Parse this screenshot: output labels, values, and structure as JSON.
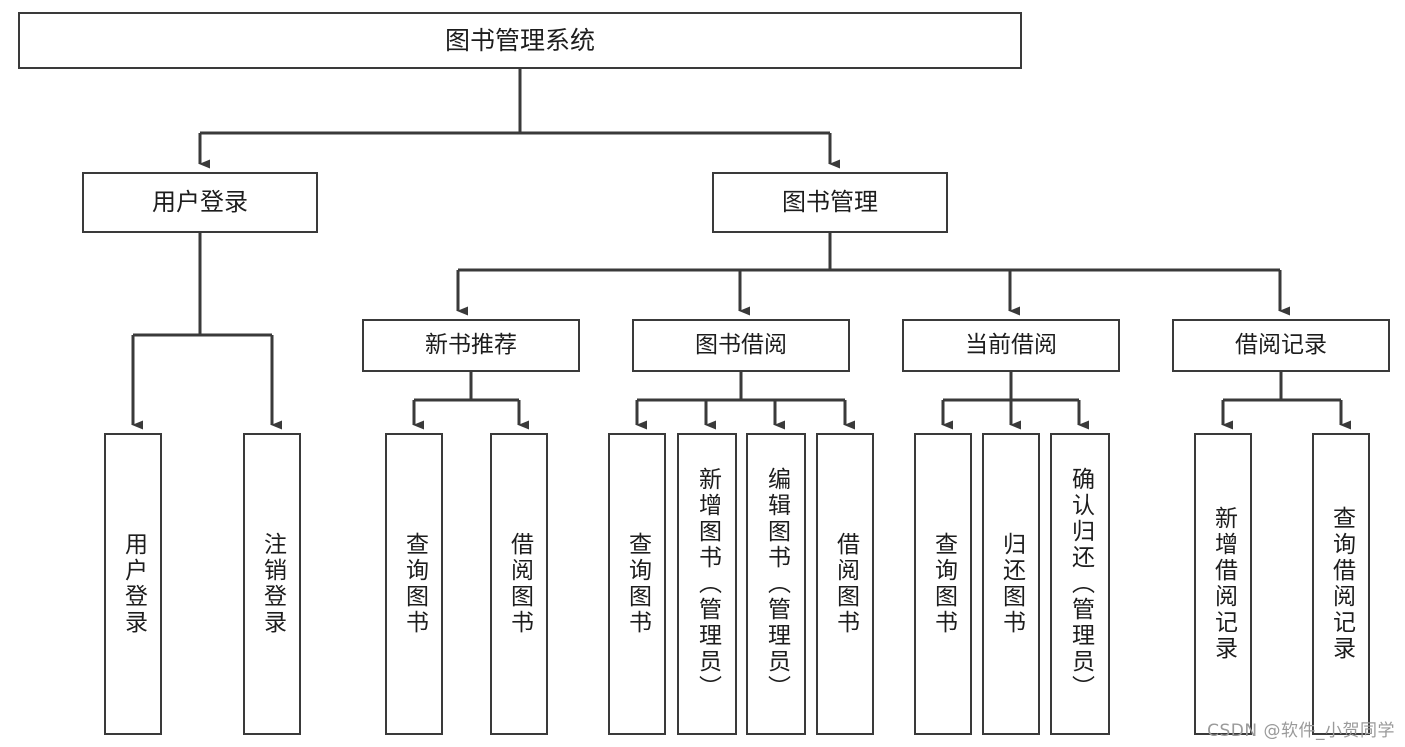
{
  "diagram": {
    "title": "图书管理系统",
    "type": "功能结构图",
    "colors": {
      "background": "#ffffff",
      "box_fill": "#ffffff",
      "box_stroke": "#3a3a3a",
      "connector": "#3a3a3a",
      "text": "#1d1d1d",
      "watermark": "#9a9a9a"
    },
    "root": {
      "label": "图书管理系统"
    },
    "level1": [
      {
        "id": "user-login",
        "label": "用户登录"
      },
      {
        "id": "book-manage",
        "label": "图书管理"
      }
    ],
    "level2": [
      {
        "id": "new-book-rec",
        "label": "新书推荐"
      },
      {
        "id": "book-borrow",
        "label": "图书借阅"
      },
      {
        "id": "current-borrow",
        "label": "当前借阅"
      },
      {
        "id": "borrow-record",
        "label": "借阅记录"
      }
    ],
    "leaves": [
      {
        "id": "leaf-user-login",
        "parent": "user-login",
        "label": "用户登录"
      },
      {
        "id": "leaf-user-logout",
        "parent": "user-login",
        "label": "注销登录"
      },
      {
        "id": "leaf-rec-query-book",
        "parent": "new-book-rec",
        "label": "查询图书"
      },
      {
        "id": "leaf-rec-borrow-book",
        "parent": "new-book-rec",
        "label": "借阅图书"
      },
      {
        "id": "leaf-bb-query-book",
        "parent": "book-borrow",
        "label": "查询图书"
      },
      {
        "id": "leaf-bb-add-book",
        "parent": "book-borrow",
        "label": "新增图书（管理员）"
      },
      {
        "id": "leaf-bb-edit-book",
        "parent": "book-borrow",
        "label": "编辑图书（管理员）"
      },
      {
        "id": "leaf-bb-borrow-book",
        "parent": "book-borrow",
        "label": "借阅图书"
      },
      {
        "id": "leaf-cb-query-book",
        "parent": "current-borrow",
        "label": "查询图书"
      },
      {
        "id": "leaf-cb-return-book",
        "parent": "current-borrow",
        "label": "归还图书"
      },
      {
        "id": "leaf-cb-confirm-return",
        "parent": "current-borrow",
        "label": "确认归还（管理员）"
      },
      {
        "id": "leaf-br-add-record",
        "parent": "borrow-record",
        "label": "新增借阅记录"
      },
      {
        "id": "leaf-br-query-record",
        "parent": "borrow-record",
        "label": "查询借阅记录"
      }
    ],
    "watermark": "CSDN @软件_小贺同学"
  }
}
